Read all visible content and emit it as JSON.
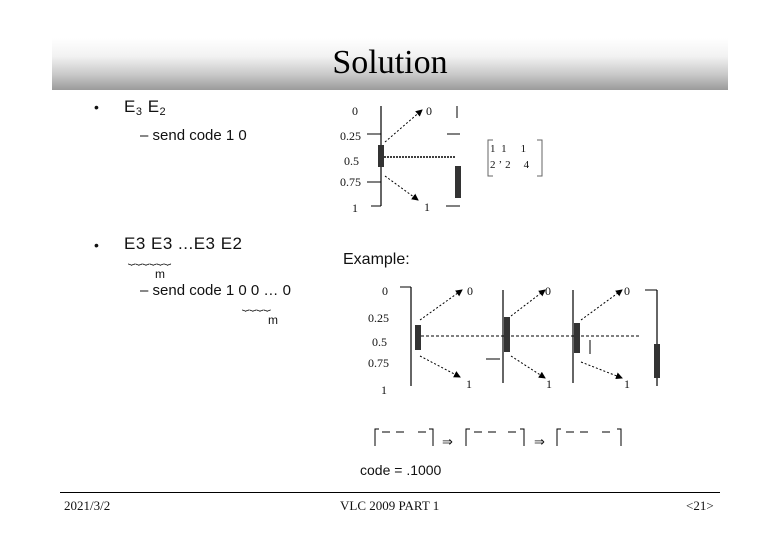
{
  "title": "Solution",
  "bullets": [
    {
      "marker": "•",
      "main": "E",
      "subs": [
        "3",
        "2"
      ],
      "sub_item": "– send code 1 0"
    },
    {
      "marker": "•",
      "main": "E3 E3 ...E3 E2",
      "m_label": "m",
      "sub_item": "– send code 1 0 0 … 0",
      "sub_m_label": "m"
    }
  ],
  "diagram1": {
    "ticks": [
      "0",
      "0.25",
      "0.5",
      "0.75",
      "1"
    ],
    "right_labels": [
      "0",
      "1"
    ],
    "matrix_top": [
      "1",
      "1",
      "1"
    ],
    "matrix_bottom": [
      "2",
      "2",
      "4"
    ],
    "matrix_sep": "’"
  },
  "example": {
    "label": "Example:",
    "ticks": [
      "0",
      "0.25",
      "0.5",
      "0.75",
      "1"
    ],
    "right_labels": [
      "0",
      "1"
    ],
    "arrow_sym": "⇒",
    "code": "code = .1000"
  },
  "footer": {
    "date": "2021/3/2",
    "course": "VLC 2009 PART 1",
    "page": "<21>"
  }
}
